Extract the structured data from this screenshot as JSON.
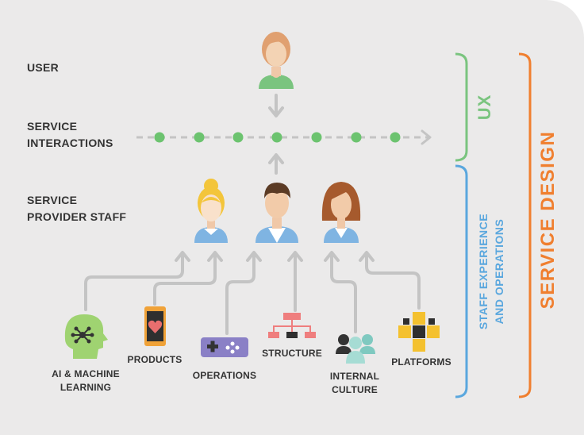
{
  "rows": {
    "user": "USER",
    "service_interactions": [
      "SERVICE",
      "INTERACTIONS"
    ],
    "service_provider_staff": [
      "SERVICE",
      "PROVIDER STAFF"
    ]
  },
  "inputs": [
    {
      "lines": [
        "AI & MACHINE",
        "LEARNING"
      ],
      "icon": "ai-head-icon"
    },
    {
      "lines": [
        "PRODUCTS"
      ],
      "icon": "smartphone-heart-icon"
    },
    {
      "lines": [
        "OPERATIONS"
      ],
      "icon": "gamepad-icon"
    },
    {
      "lines": [
        "STRUCTURE"
      ],
      "icon": "org-chart-icon"
    },
    {
      "lines": [
        "INTERNAL",
        "CULTURE"
      ],
      "icon": "people-group-icon"
    },
    {
      "lines": [
        "PLATFORMS"
      ],
      "icon": "cubes-icon"
    }
  ],
  "brackets": {
    "ux": "UX",
    "staff": [
      "STAFF EXPERIENCE",
      "AND OPERATIONS"
    ],
    "service_design": "SERVICE DESIGN"
  },
  "colors": {
    "ux_green": "#7ac47f",
    "staff_blue": "#5aa7de",
    "service_orange": "#f07f2f",
    "dot_green": "#6cc36f",
    "connector_gray": "#c4c4c4",
    "text_dark": "#333333"
  }
}
